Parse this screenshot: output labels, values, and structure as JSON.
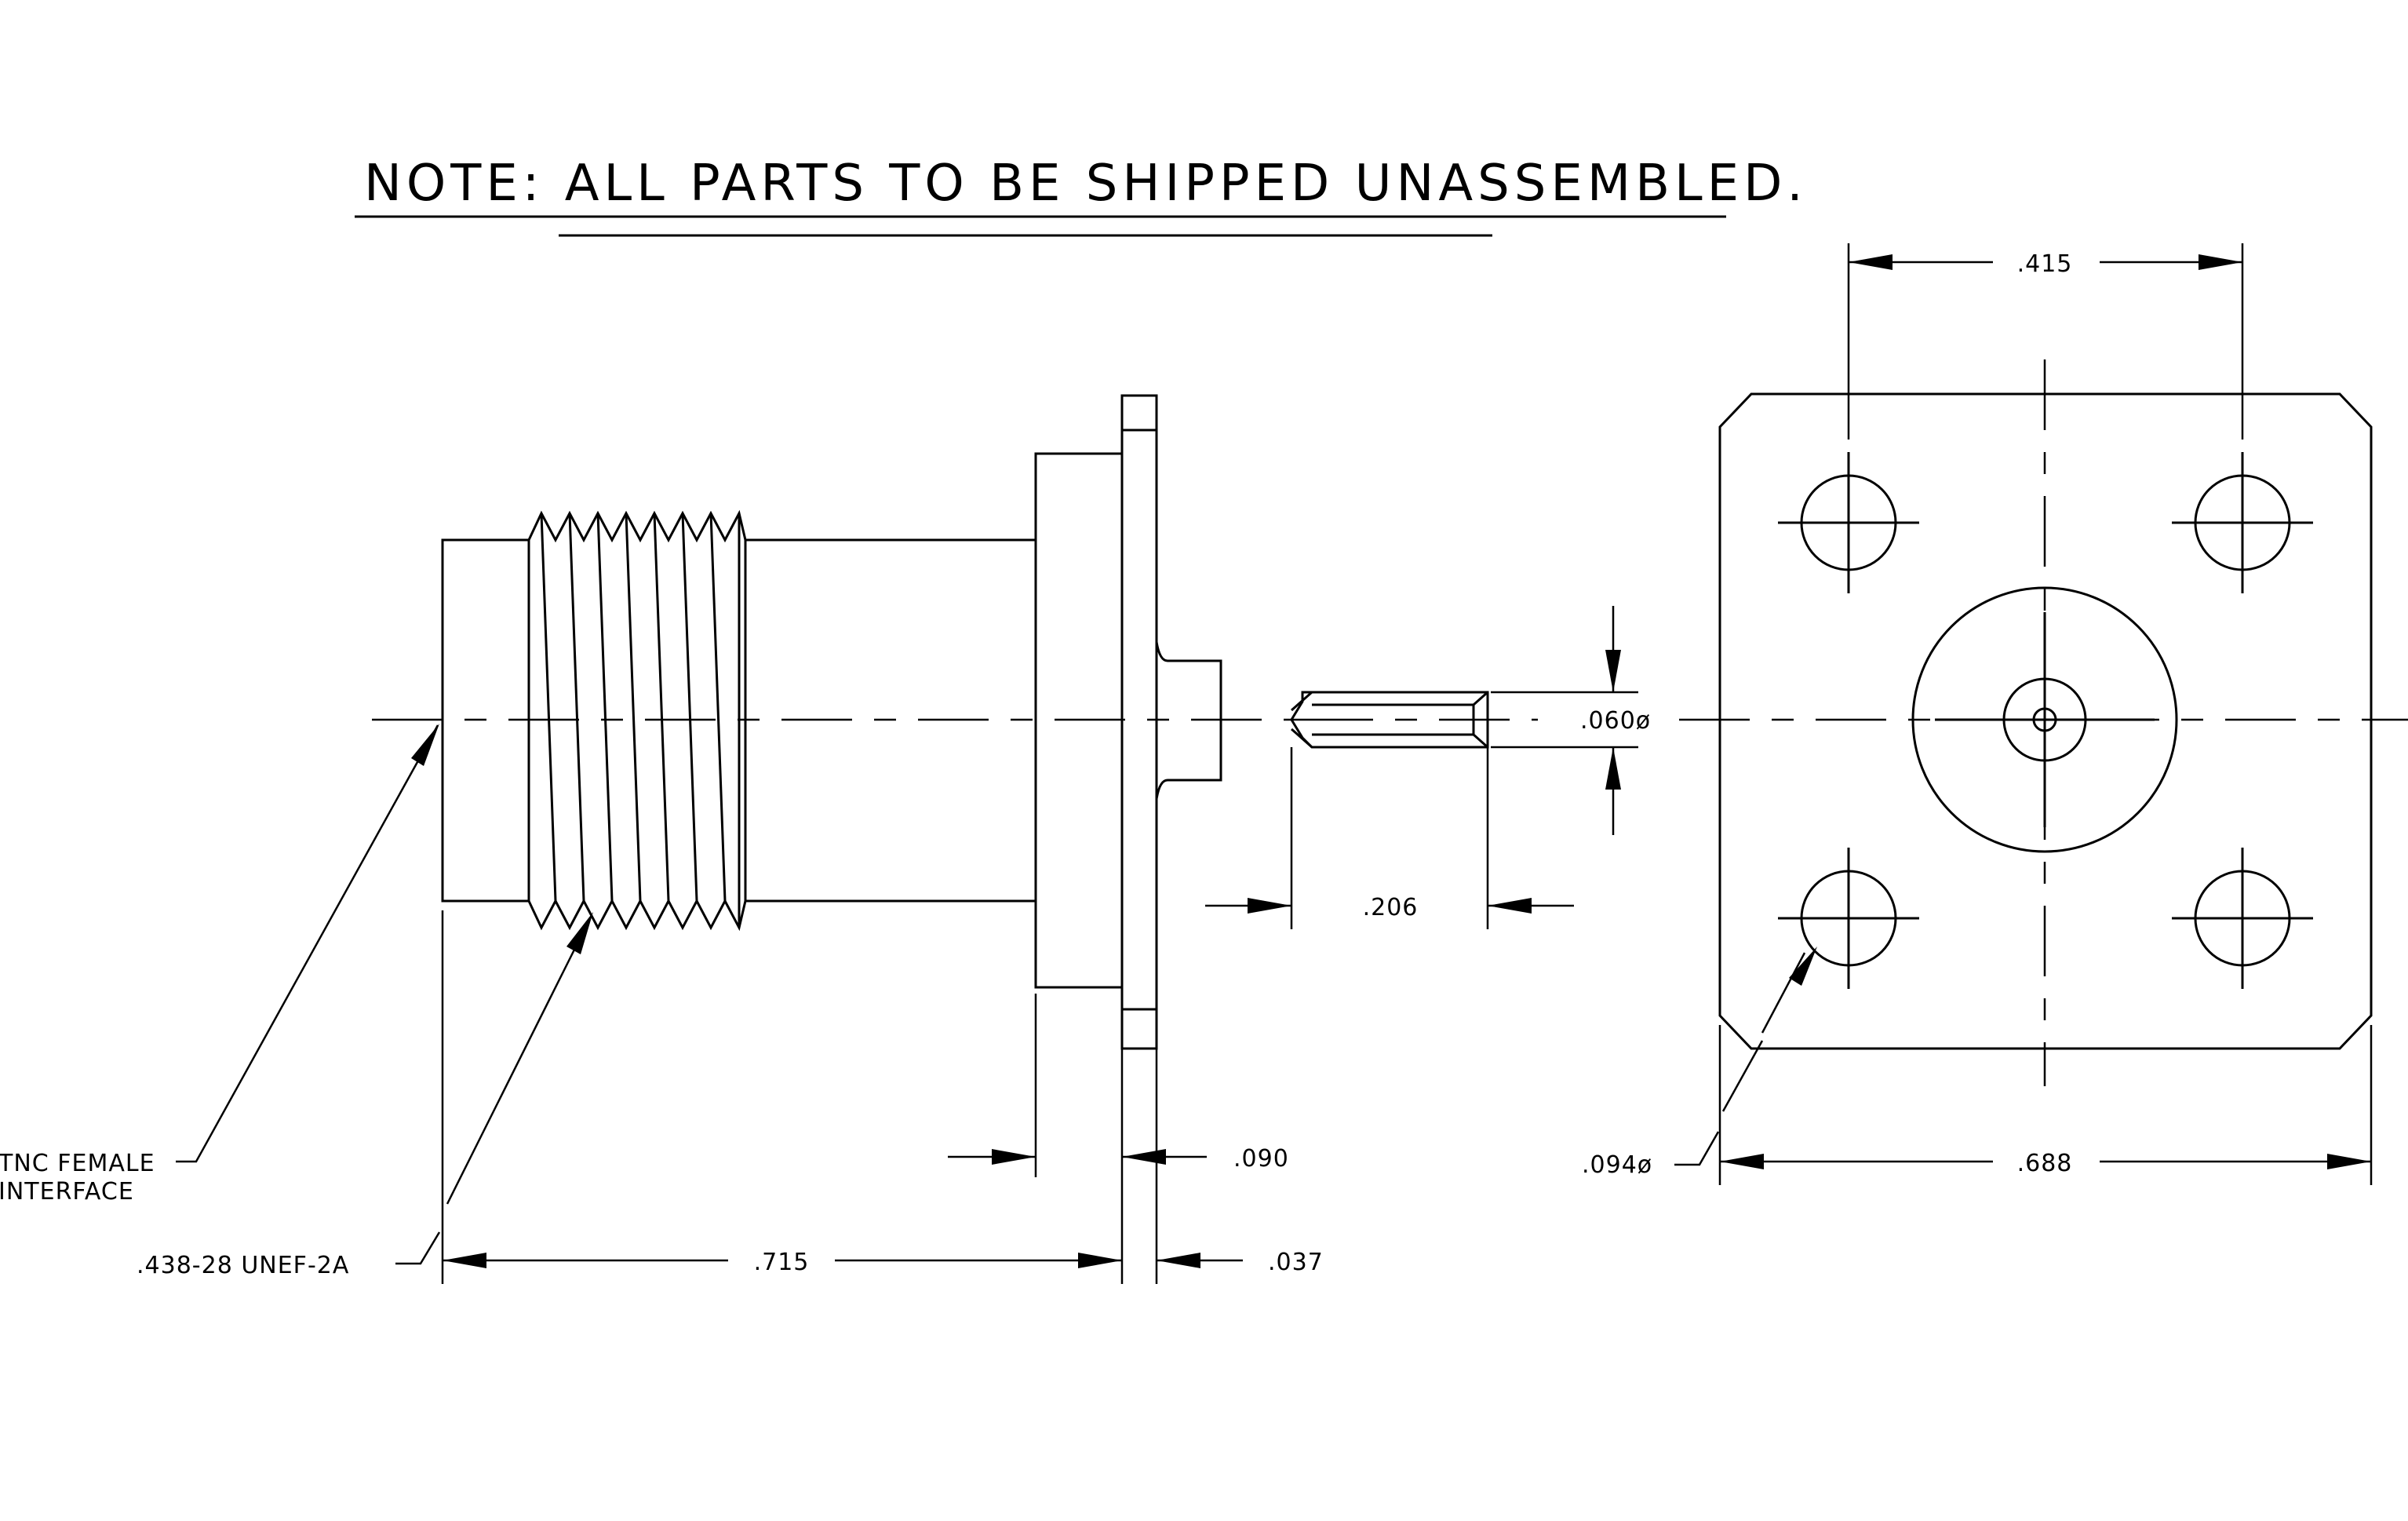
{
  "note": "NOTE: ALL PARTS TO BE SHIPPED UNASSEMBLED.",
  "dimensions": {
    "hole_spacing": ".415",
    "pin_diameter": ".060ø",
    "pin_length": ".206",
    "flange_thickness": ".090",
    "body_length": ".715",
    "flange_lip": ".037",
    "mount_hole_diameter": ".094ø",
    "flange_width": ".688"
  },
  "callouts": {
    "interface_line1": "TNC FEMALE",
    "interface_line2": "INTERFACE",
    "thread_spec": ".438-28 UNEF-2A"
  }
}
